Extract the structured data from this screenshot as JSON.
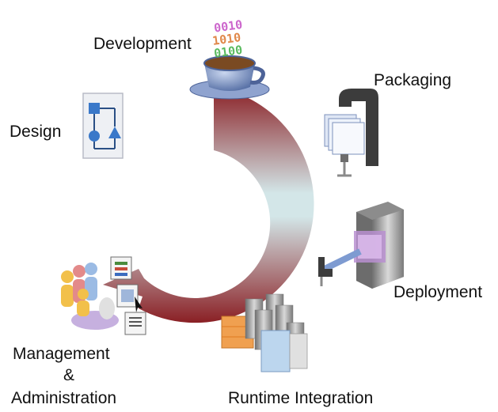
{
  "stages": {
    "development": "Development",
    "packaging": "Packaging",
    "design": "Design",
    "deployment": "Deployment",
    "management": "Management",
    "ampersand": "&",
    "administration": "Administration",
    "runtime": "Runtime Integration"
  },
  "binary": {
    "row1": "0010",
    "row2": "1010",
    "row3": "0100"
  },
  "colors": {
    "arrow_dark": "#8a1f24",
    "arrow_light": "#cfe4e6",
    "cup": "#6a86b8",
    "clamp": "#3c3c3c",
    "server": "#9c9c9c"
  }
}
